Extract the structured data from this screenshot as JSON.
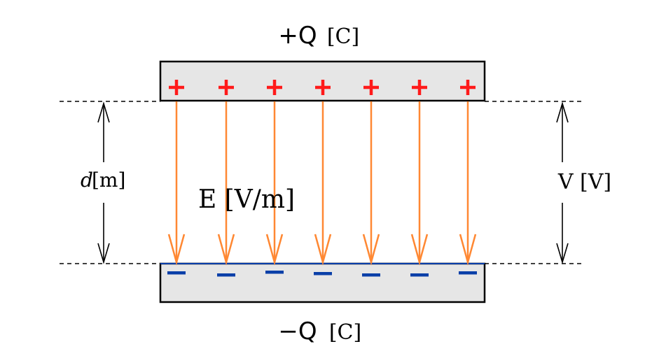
{
  "labels": {
    "top_charge_symbol": "+Q",
    "top_charge_unit": "[C]",
    "bottom_charge_symbol": "−Q",
    "bottom_charge_unit": "[C]",
    "distance_var": "d",
    "distance_unit": "[m]",
    "field": "E [V/m]",
    "voltage": "V [V]"
  },
  "plus_signs": [
    "+",
    "+",
    "+",
    "+",
    "+",
    "+",
    "+"
  ],
  "minus_signs": [
    "−",
    "−",
    "−",
    "−",
    "−",
    "−",
    "−"
  ],
  "colors": {
    "plate_fill": "#e6e6e6",
    "plus": "#ff1a1a",
    "minus": "#0a3fa8",
    "field_lines": "#ff8833"
  }
}
